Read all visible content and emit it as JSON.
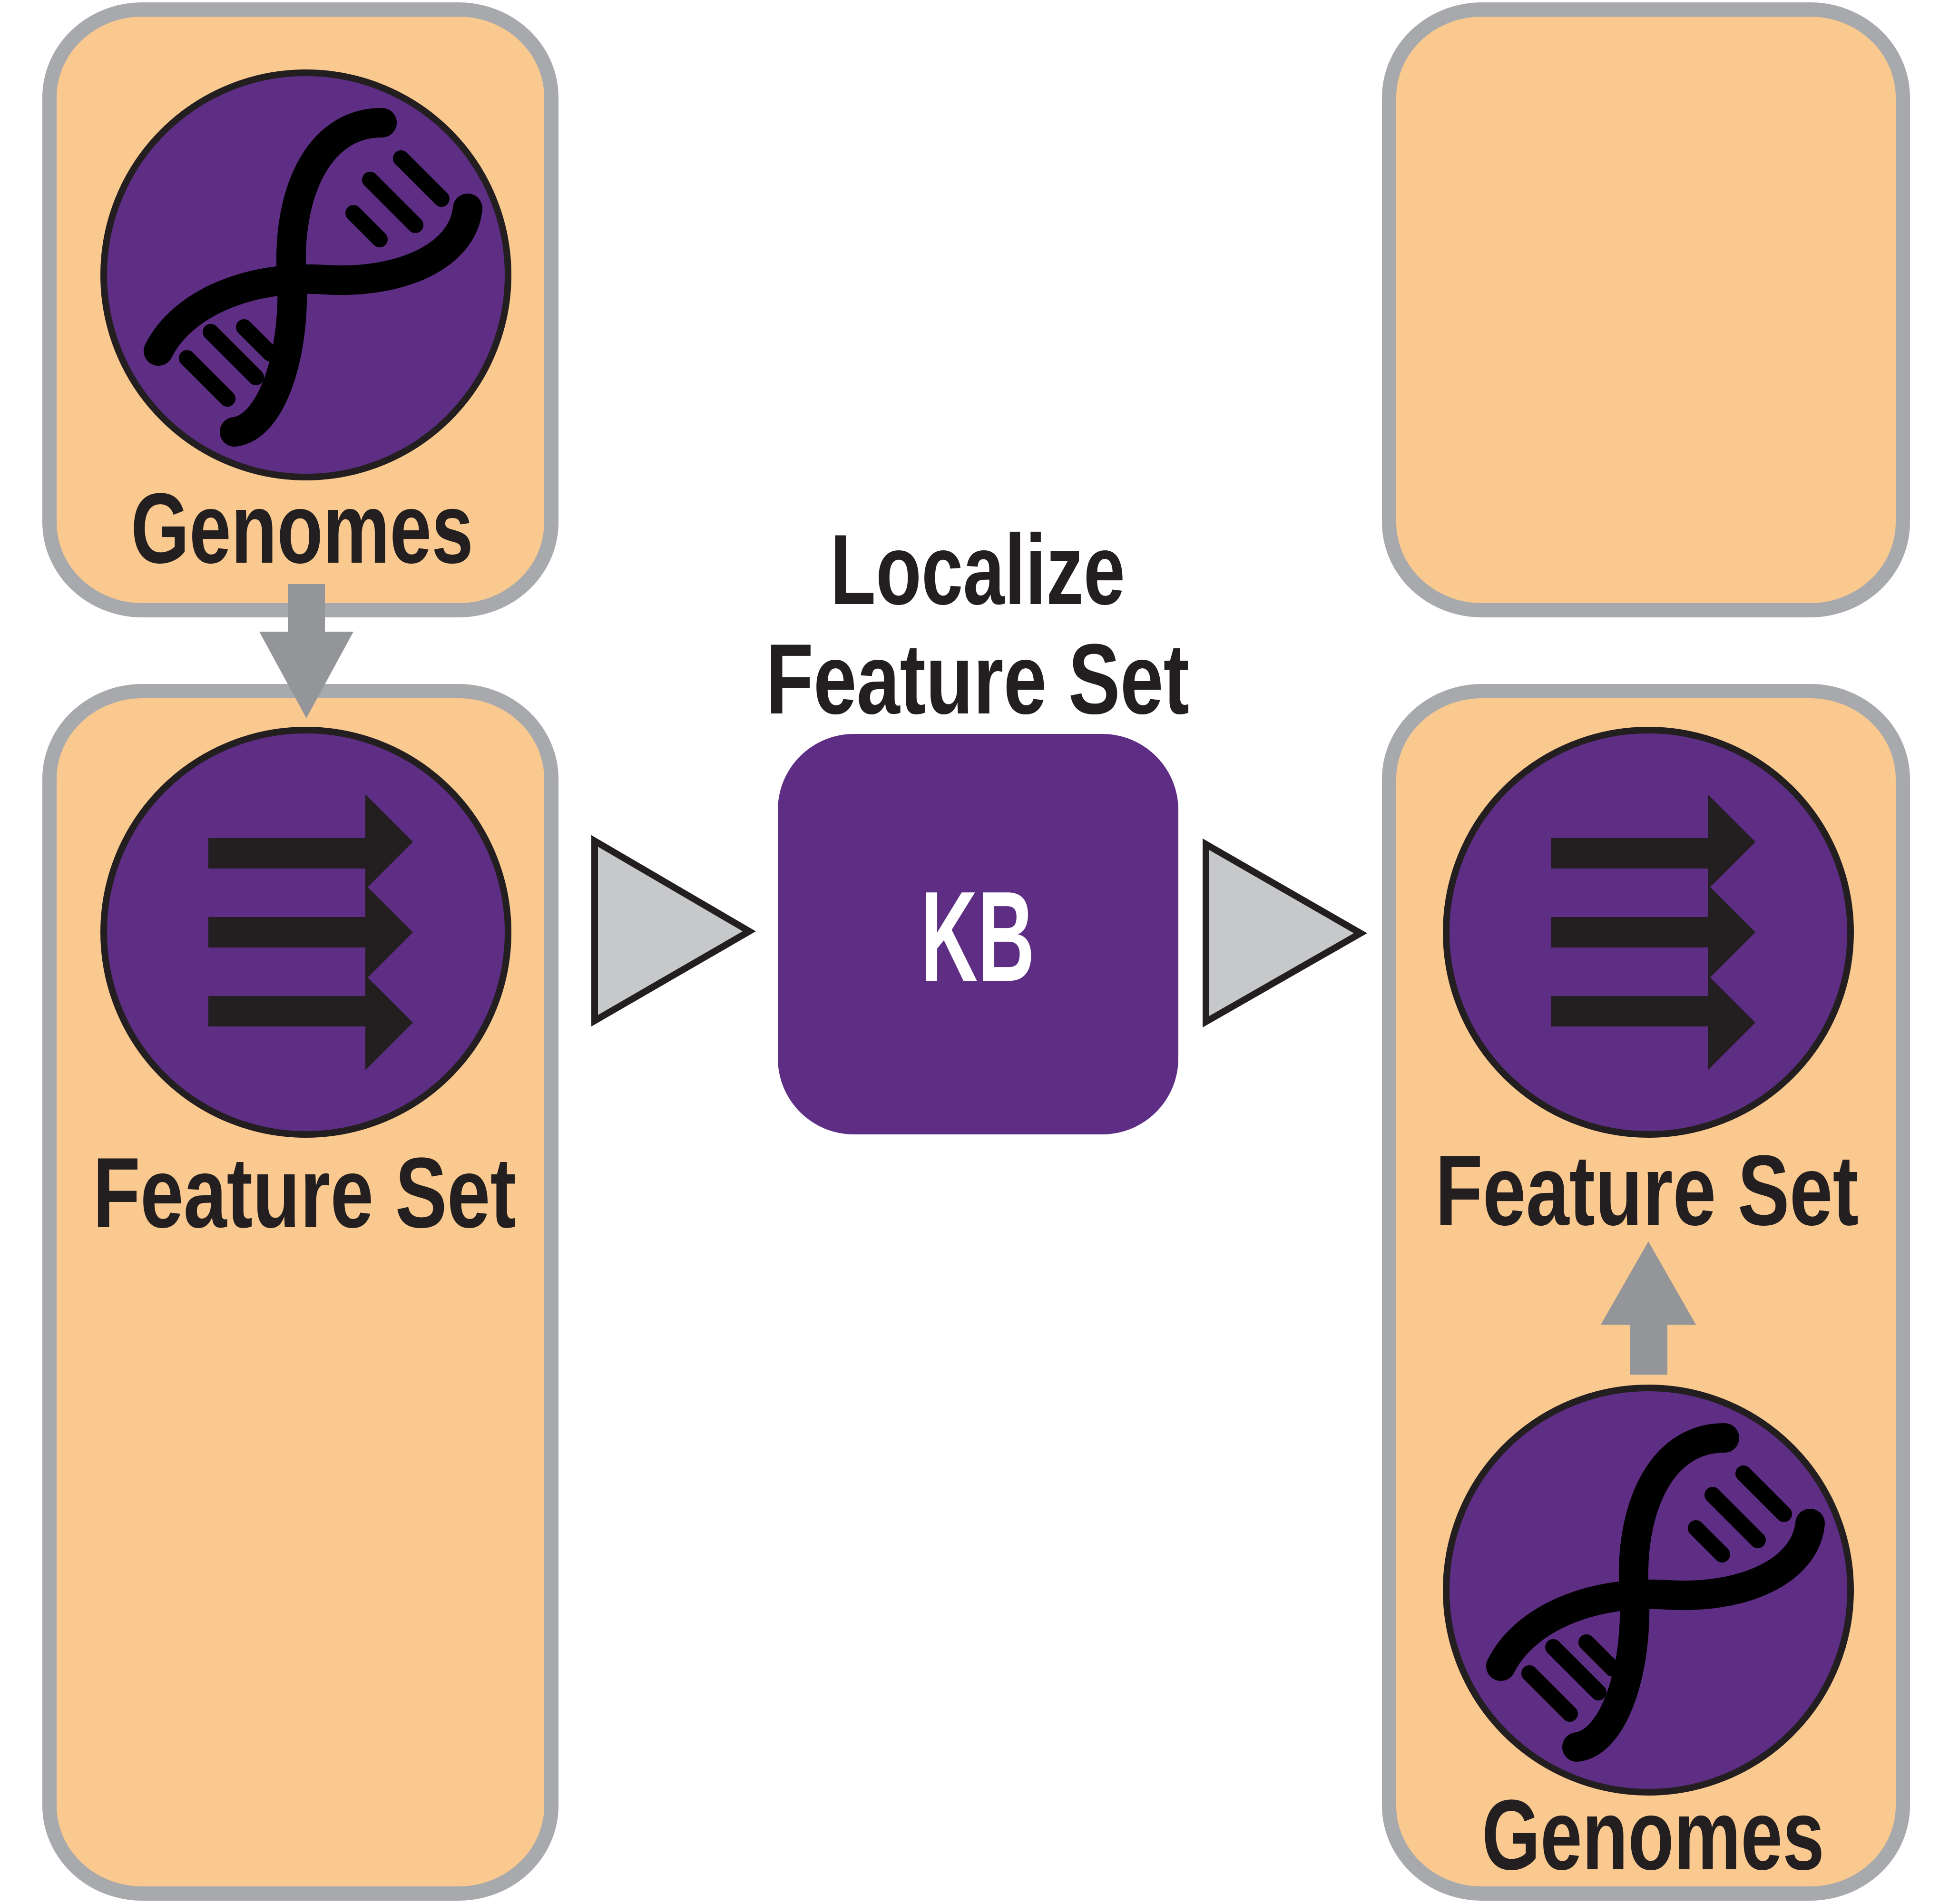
{
  "diagram": {
    "left_column": {
      "genomes_label": "Genomes",
      "feature_set_label": "Feature Set"
    },
    "method": {
      "title_line1": "Localize",
      "title_line2": "Feature Set",
      "box_label": "KB"
    },
    "right_column": {
      "feature_set_label": "Feature Set",
      "genomes_label": "Genomes"
    },
    "colors": {
      "panel_fill": "#f9c98f",
      "panel_border": "#a7a9ac",
      "icon_fill": "#5e2d84",
      "icon_stroke": "#231f20",
      "arrow_gray": "#939598",
      "flow_triangle": "#c7c8ca",
      "kb_fill": "#5e2d84"
    },
    "icons": [
      "dna-icon",
      "feature-arrows-icon",
      "dna-icon",
      "feature-arrows-icon"
    ]
  }
}
